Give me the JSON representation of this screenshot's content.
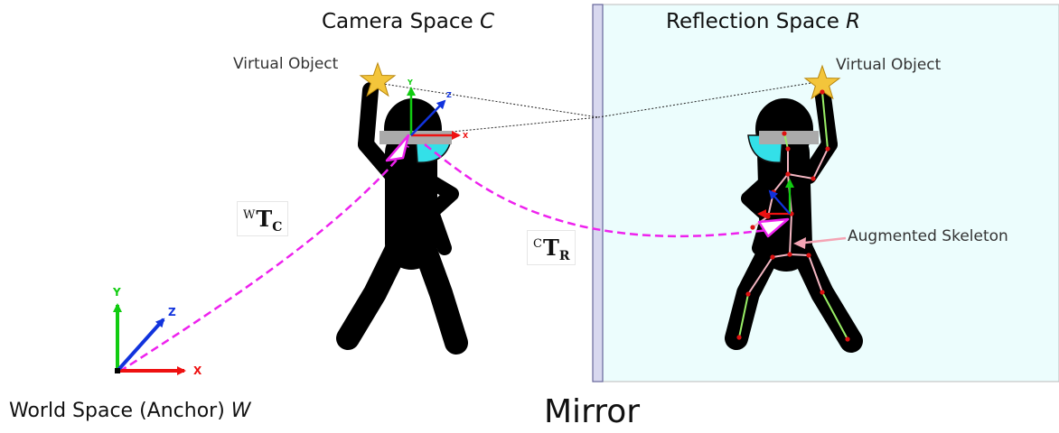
{
  "labels": {
    "camera_space": "Camera Space",
    "camera_space_symbol": "C",
    "reflection_space": "Reflection Space",
    "reflection_space_symbol": "R",
    "virtual_object_left": "Virtual Object",
    "virtual_object_right": "Virtual Object",
    "world_space": "World Space (Anchor)",
    "world_space_symbol": "W",
    "mirror": "Mirror",
    "augmented_skeleton": "Augmented Skeleton"
  },
  "transforms": {
    "world_to_camera": {
      "sup": "W",
      "main": "T",
      "sub": "C"
    },
    "camera_to_reflection": {
      "sup": "C",
      "main": "T",
      "sub": "R"
    }
  },
  "axes": {
    "x": "X",
    "y": "Y",
    "z": "Z",
    "x_color": "#ee1111",
    "y_color": "#11cc11",
    "z_color": "#1133dd"
  },
  "colors": {
    "reflection_bg": "#ecfdfd",
    "mirror_fill": "#d8d8ef",
    "transform_path": "#ee22ee",
    "headset": "#33e0e8",
    "visor": "#aaaaaa",
    "star": "#f3c53b",
    "skeleton_bone_upper": "#f4b6c2",
    "skeleton_bone_lower": "#99ee66",
    "skeleton_joint": "#dd1111"
  }
}
